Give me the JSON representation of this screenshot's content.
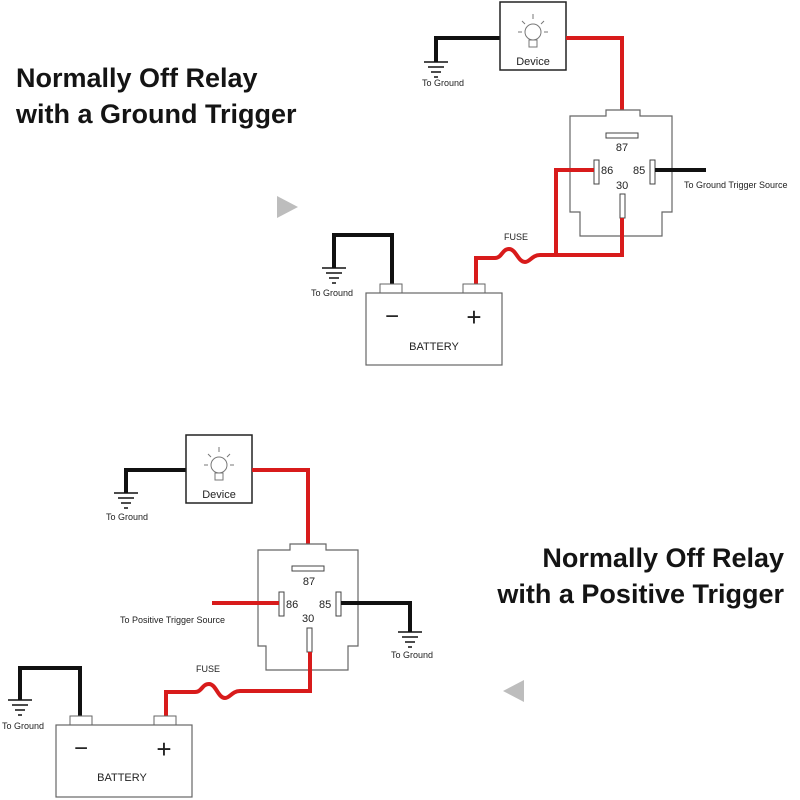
{
  "colors": {
    "hot_wire": "#d81b1b",
    "ground_wire": "#111111",
    "outline": "#666666",
    "arrow": "#bdbdbd"
  },
  "diagrams": [
    {
      "title_line1": "Normally Off Relay",
      "title_line2": "with a Ground Trigger",
      "device_label": "Device",
      "device_ground_label": "To Ground",
      "battery_ground_label": "To Ground",
      "trigger_label": "To Ground Trigger Source",
      "fuse_label": "FUSE",
      "battery_label": "BATTERY",
      "battery_negative": "−",
      "battery_positive": "+",
      "pin_87": "87",
      "pin_86": "86",
      "pin_85": "85",
      "pin_30": "30",
      "arrow_icon": "triangle-right"
    },
    {
      "title_line1": "Normally Off Relay",
      "title_line2": "with a Positive Trigger",
      "device_label": "Device",
      "device_ground_label": "To Ground",
      "battery_ground_label": "To Ground",
      "relay_ground_label": "To Ground",
      "trigger_label": "To Positive Trigger Source",
      "fuse_label": "FUSE",
      "battery_label": "BATTERY",
      "battery_negative": "−",
      "battery_positive": "+",
      "pin_87": "87",
      "pin_86": "86",
      "pin_85": "85",
      "pin_30": "30",
      "arrow_icon": "triangle-left"
    }
  ]
}
